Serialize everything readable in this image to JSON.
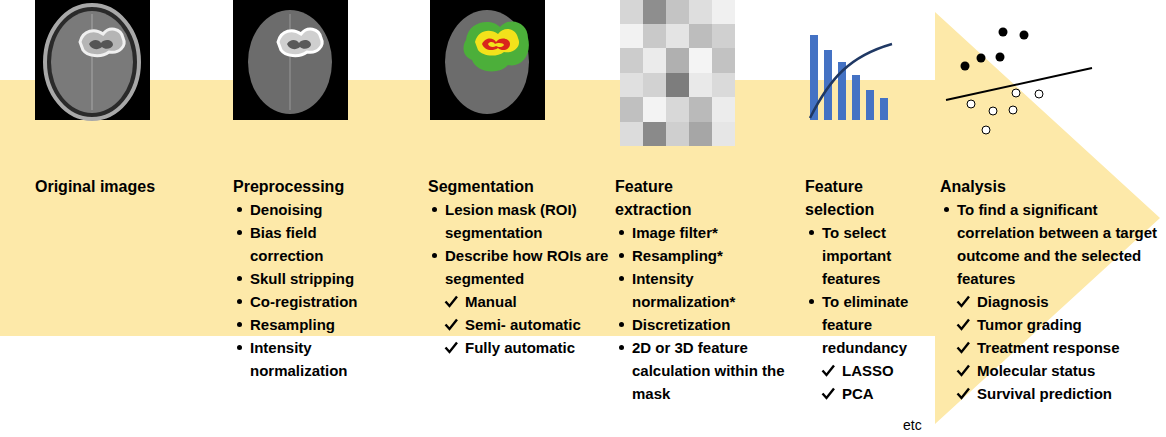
{
  "diagram": {
    "nodes": [
      {
        "text": [
          "Original images"
        ]
      },
      {
        "text": [
          "Preprocessing",
          "Denoising",
          "Bias field correction",
          "Skull stripping",
          "Co-registration",
          "Resampling",
          "Intensity normalization"
        ]
      },
      {
        "text": [
          "Segmentation",
          "Lesion mask (ROI) segmentation",
          "Describe how ROIs are segmented",
          "Manual",
          "Semi- automatic",
          "Fully automatic"
        ]
      },
      {
        "text": [
          "Feature extraction",
          "Image filter*",
          "Resampling*",
          "Intensity normalization*",
          "Discretization",
          "2D or 3D feature calculation within the mask"
        ]
      },
      {
        "text": [
          "Feature selection",
          "To select important features",
          "To eliminate feature redundancy",
          "LASSO",
          "PCA"
        ]
      },
      {
        "text": [
          "Analysis",
          "To find a significant correlation between a target outcome and the selected features",
          "Diagnosis",
          "Tumor grading",
          "Treatment response",
          "Molecular status",
          "Survival prediction"
        ]
      }
    ],
    "labels": [
      "etc"
    ]
  }
}
